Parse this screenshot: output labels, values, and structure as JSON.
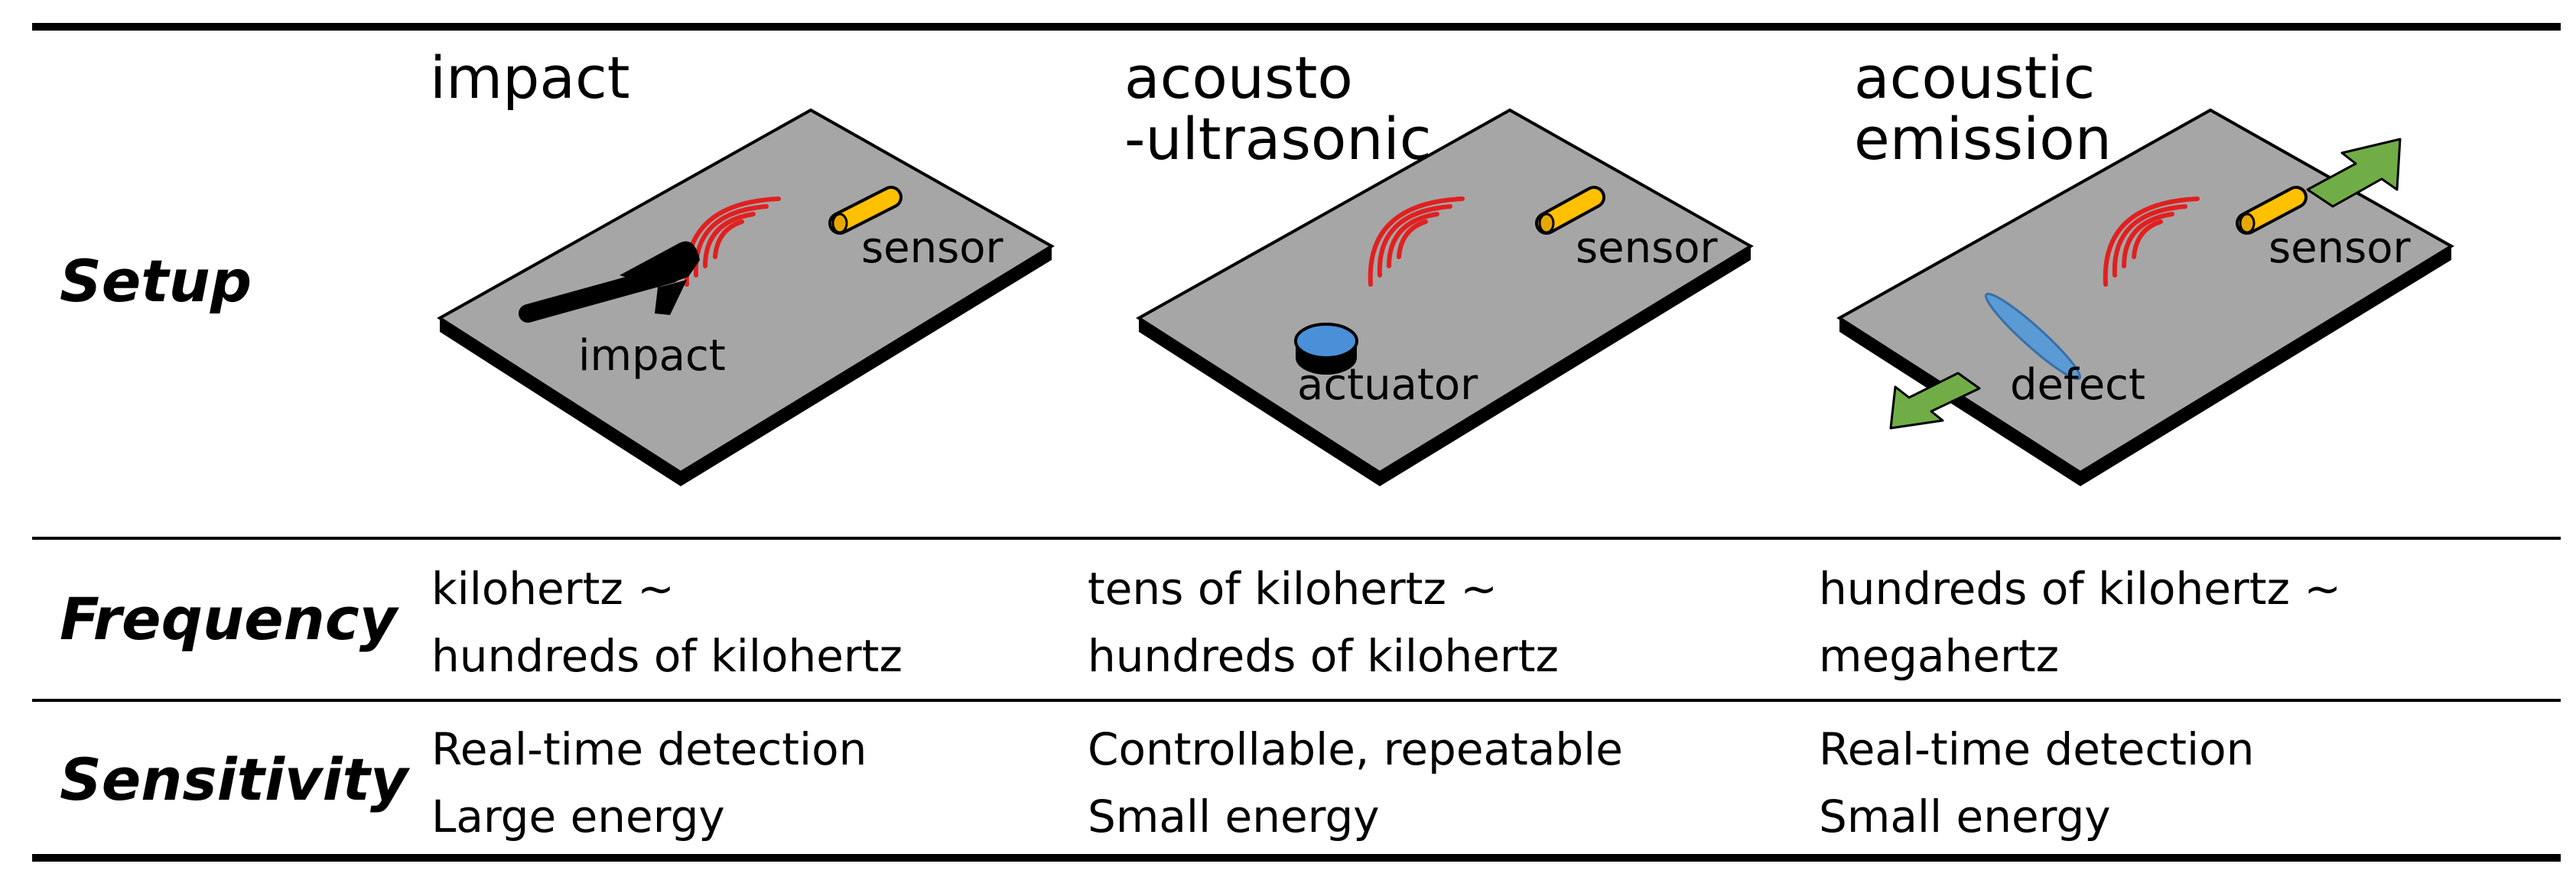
{
  "rows": {
    "setup": "Setup",
    "frequency": "Frequency",
    "sensitivity": "Sensitivity"
  },
  "columns": [
    {
      "title_lines": [
        "impact"
      ],
      "labels": {
        "sensor": "sensor",
        "source": "impact"
      },
      "frequency": [
        "kilohertz ~",
        "hundreds of kilohertz"
      ],
      "sensitivity": [
        "Real-time detection",
        "Large energy"
      ]
    },
    {
      "title_lines": [
        "acousto",
        "-ultrasonic"
      ],
      "labels": {
        "sensor": "sensor",
        "source": "actuator"
      },
      "frequency": [
        "tens of kilohertz ~",
        "hundreds of kilohertz"
      ],
      "sensitivity": [
        "Controllable, repeatable",
        "Small energy"
      ]
    },
    {
      "title_lines": [
        "acoustic",
        "emission"
      ],
      "labels": {
        "sensor": "sensor",
        "source": "defect"
      },
      "frequency": [
        "hundreds of kilohertz ~",
        "megahertz"
      ],
      "sensitivity": [
        "Real-time detection",
        "Small energy"
      ]
    }
  ],
  "colors": {
    "plate_top": "#a6a6a6",
    "plate_edge": "#000000",
    "sensor": "#ffc000",
    "waves": "#e02020",
    "actuator": "#4a90d9",
    "defect": "#5b9bd5",
    "arrows": "#70ad47"
  },
  "icons": [
    "hammer-icon",
    "sensor-icon",
    "wave-icon",
    "actuator-icon",
    "defect-icon",
    "tension-arrow-icon"
  ]
}
